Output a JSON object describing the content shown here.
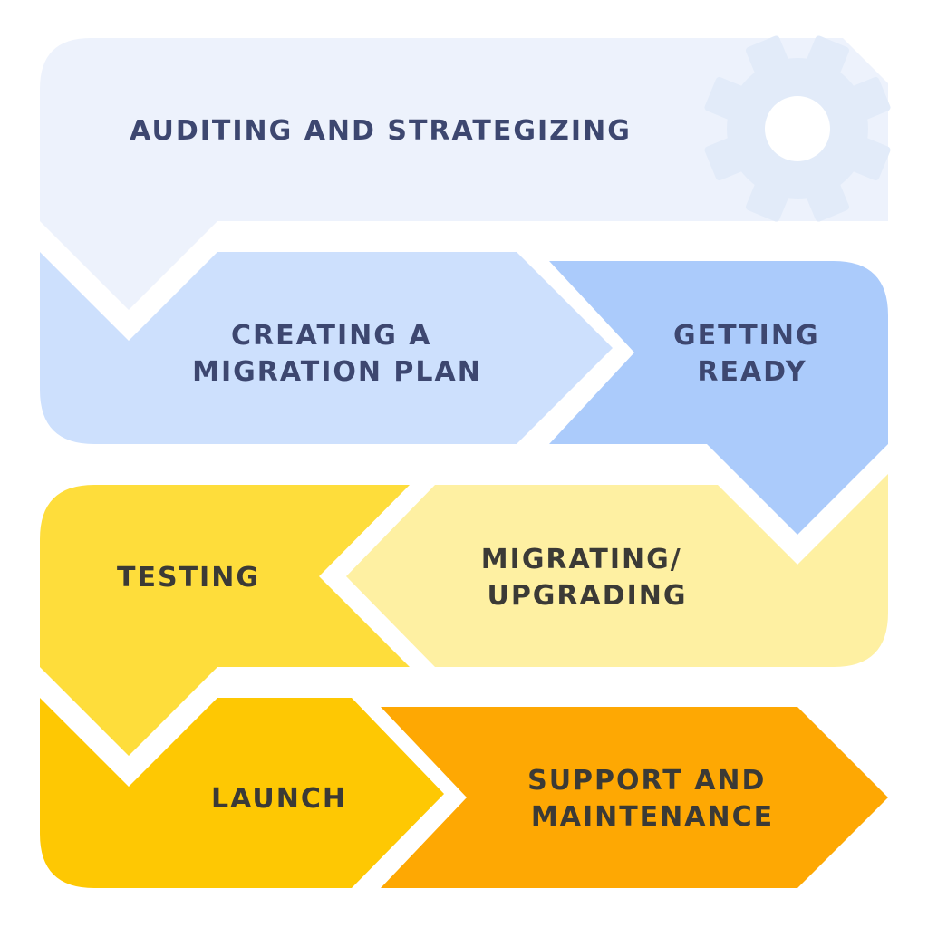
{
  "colors": {
    "background": "#ffffff",
    "text_blue": "#3d4770",
    "text_dark": "#3b3a36",
    "step1_fill": "#edf2fc",
    "step2_fill": "#cde0fd",
    "step3_fill": "#abcbfb",
    "step4_fill": "#fef0a2",
    "step5_fill": "#fedd3b",
    "step6_fill": "#fec803",
    "step7_fill": "#fea803",
    "gear_fill": "#e2ebf9"
  },
  "steps": [
    {
      "id": "auditing",
      "lines": [
        "AUDITING AND STRATEGIZING"
      ],
      "icon": "gear-icon"
    },
    {
      "id": "migration-plan",
      "lines": [
        "CREATING A",
        "MIGRATION PLAN"
      ]
    },
    {
      "id": "getting-ready",
      "lines": [
        "GETTING",
        "READY"
      ]
    },
    {
      "id": "migrating",
      "lines": [
        "MIGRATING/",
        "UPGRADING"
      ]
    },
    {
      "id": "testing",
      "lines": [
        "TESTING"
      ]
    },
    {
      "id": "launch",
      "lines": [
        "LAUNCH"
      ]
    },
    {
      "id": "support",
      "lines": [
        "SUPPORT AND",
        "MAINTENANCE"
      ]
    }
  ]
}
